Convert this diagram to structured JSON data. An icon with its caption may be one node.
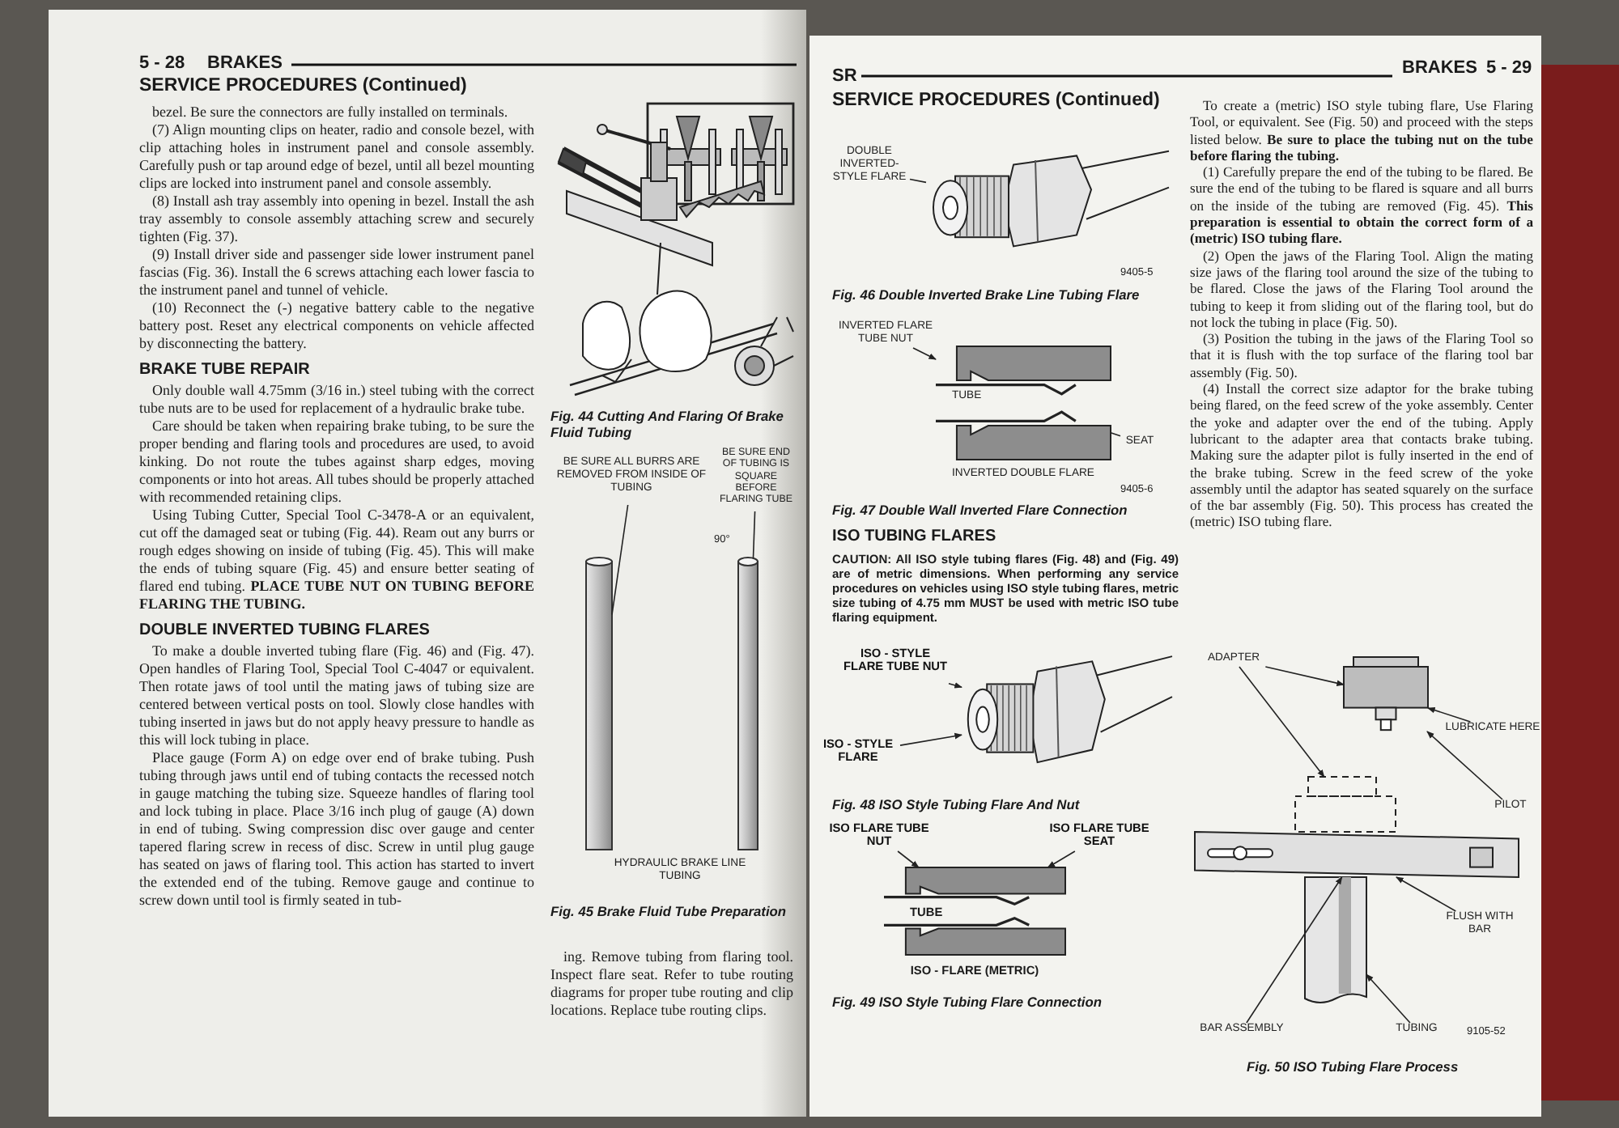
{
  "diagram": {
    "nodes": [
      {
        "text": [
          "BE SURE ALL BURRS ARE REMOVED FROM INSIDE OF TUBING"
        ]
      },
      {
        "text": [],
        "shape": "cylinder"
      },
      {
        "text": [
          "BE SURE END OF TUBING IS SQUARE BEFORE FLARING TUBE"
        ]
      },
      {
        "text": [],
        "shape": "cylinder"
      },
      {
        "text": [
          "DOUBLE INVERTED-STYLE FLARE"
        ]
      },
      {
        "text": [],
        "shape": "picture"
      },
      {
        "text": [
          "INVERTED FLARE TUBE NUT"
        ]
      },
      {
        "text": [],
        "shape": "picture",
        "beside": [
          "INVERTED DOUBLE FLARE"
        ]
      },
      {
        "text": [
          "SEAT"
        ]
      },
      {
        "text": [
          "ISO - STYLE FLARE TUBE NUT"
        ]
      },
      {
        "text": [],
        "shape": "picture"
      },
      {
        "text": [
          "ISO - STYLE FLARE"
        ]
      },
      {
        "text": [
          "ISO FLARE TUBE NUT"
        ]
      },
      {
        "text": [],
        "shape": "picture",
        "beside": [
          "ISO - FLARE (METRIC)"
        ]
      },
      {
        "text": [
          "ISO FLARE TUBE SEAT"
        ]
      },
      {
        "text": [
          "ADAPTER"
        ]
      },
      {
        "text": [],
        "shape": "box"
      },
      {
        "text": [],
        "shape": "box"
      },
      {
        "text": [
          "LUBRICATE HERE"
        ]
      },
      {
        "text": [
          "PILOT"
        ]
      },
      {
        "text": [],
        "shape": "bar"
      },
      {
        "text": [],
        "shape": "cylinder"
      },
      {
        "text": [
          "FLUSH WITH BAR"
        ]
      },
      {
        "text": [
          "BAR ASSEMBLY"
        ]
      },
      {
        "text": [
          "TUBING"
        ]
      }
    ],
    "edges": [
      {
        "from": 0,
        "to": 1,
        "arrow": "none"
      },
      {
        "from": 2,
        "to": 3,
        "arrow": "none"
      },
      {
        "from": 4,
        "to": 5,
        "arrow": "none"
      },
      {
        "from": 6,
        "to": 7,
        "arrow": "to"
      },
      {
        "from": 8,
        "to": 7,
        "arrow": "none"
      },
      {
        "from": 9,
        "to": 10,
        "arrow": "to"
      },
      {
        "from": 11,
        "to": 10,
        "arrow": "to"
      },
      {
        "from": 12,
        "to": 13,
        "arrow": "to"
      },
      {
        "from": 14,
        "to": 13,
        "arrow": "to"
      },
      {
        "from": 15,
        "to": 16,
        "arrow": "to"
      },
      {
        "from": 15,
        "to": 17,
        "arrow": "to"
      },
      {
        "from": 18,
        "to": 16,
        "arrow": "to"
      },
      {
        "from": 19,
        "to": 16,
        "arrow": "to"
      },
      {
        "from": 22,
        "to": 20,
        "arrow": "to"
      },
      {
        "from": 23,
        "to": 20,
        "arrow": "to"
      },
      {
        "from": 24,
        "to": 21,
        "arrow": "to"
      }
    ],
    "labels": [
      "5 - 28",
      "BRAKES",
      "SERVICE PROCEDURES (Continued)",
      "bezel. Be sure the connectors are fully installed on terminals.",
      "(7) Align mounting clips on heater, radio and console bezel, with clip attaching holes in instrument panel and console assembly. Carefully push or tap around edge of bezel, until all bezel mounting clips are locked into instrument panel and console assembly.",
      "(8) Install ash tray assembly into opening in bezel. Install the ash tray assembly to console assembly attaching screw and securely tighten (Fig. 37).",
      "(9) Install driver side and passenger side lower instrument panel fascias (Fig. 36). Install the 6 screws attaching each lower fascia to the instrument panel and tunnel of vehicle.",
      "(10) Reconnect the (-) negative battery cable to the negative battery post. Reset any electrical components on vehicle affected by disconnecting the battery.",
      "BRAKE TUBE REPAIR",
      "Only double wall 4.75mm (3/16 in.) steel tubing with the correct tube nuts are to be used for replacement of a hydraulic brake tube.",
      "Care should be taken when repairing brake tubing, to be sure the proper bending and flaring tools and procedures are used, to avoid kinking. Do not route the tubes against sharp edges, moving components or into hot areas. All tubes should be properly attached with recommended retaining clips.",
      "Using Tubing Cutter, Special Tool C-3478-A or an equivalent, cut off the damaged seat or tubing (Fig. 44). Ream out any burrs or rough edges showing on inside of tubing (Fig. 45). This will make the ends of tubing square (Fig. 45) and ensure better seating of flared end tubing. **PLACE TUBE NUT ON TUBING BEFORE FLARING THE TUBING.**",
      "DOUBLE INVERTED TUBING FLARES",
      "To make a double inverted tubing flare (Fig. 46) and (Fig. 47). Open handles of Flaring Tool, Special Tool C-4047 or equivalent. Then rotate jaws of tool until the mating jaws of tubing size are centered between vertical posts on tool. Slowly close handles with tubing inserted in jaws but do not apply heavy pressure to handle as this will lock tubing in place.",
      "Place gauge (Form A) on edge over end of brake tubing. Push tubing through jaws until end of tubing contacts the recessed notch in gauge matching the tubing size. Squeeze handles of flaring tool and lock tubing in place. Place 3/16 inch plug of gauge (A) down in end of tubing. Swing compression disc over gauge and center tapered flaring screw in recess of disc. Screw in until plug gauge has seated on jaws of flaring tool. This action has started to invert the extended end of the tubing. Remove gauge and continue to screw down until tool is firmly seated in tub-",
      "Fig. 44 Cutting And Flaring Of Brake Fluid Tubing",
      "90°",
      "HYDRAULIC BRAKE LINE TUBING",
      "Fig. 45 Brake Fluid Tube Preparation",
      "ing. Remove tubing from flaring tool. Inspect flare seat. Refer to tube routing diagrams for proper tube routing and clip locations. Replace tube routing clips.",
      "SR",
      "SERVICE PROCEDURES (Continued)",
      "9405-5",
      "Fig. 46 Double Inverted Brake Line Tubing Flare",
      "TUBE",
      "9405-6",
      "Fig. 47 Double Wall Inverted Flare Connection",
      "ISO TUBING FLARES",
      "CAUTION: All ISO style tubing flares (Fig. 48) and (Fig. 49) are of metric dimensions. When performing any service procedures on vehicles using ISO style tubing flares, metric size tubing of 4.75 mm MUST be used with metric ISO tube flaring equipment.",
      "Fig. 48 ISO Style Tubing Flare And Nut",
      "TUBE",
      "Fig. 49 ISO Style Tubing Flare Connection",
      "BRAKES",
      "5 - 29",
      "To create a (metric) ISO style tubing flare, Use Flaring Tool, or equivalent. See (Fig. 50) and proceed with the steps listed below. **Be sure to place the tubing nut on the tube before flaring the tubing.**",
      "(1) Carefully prepare the end of the tubing to be flared. Be sure the end of the tubing to be flared is square and all burrs on the inside of the tubing are removed (Fig. 45). **This preparation is essential to obtain the correct form of a (metric) ISO tubing flare.**",
      "(2) Open the jaws of the Flaring Tool. Align the mating size jaws of the flaring tool around the size of the tubing to be flared. Close the jaws of the Flaring Tool around the tubing to keep it from sliding out of the flaring tool, but do not lock the tubing in place (Fig. 50).",
      "(3) Position the tubing in the jaws of the Flaring Tool so that it is flush with the top surface of the flaring tool bar assembly (Fig. 50).",
      "(4) Install the correct size adaptor for the brake tubing being flared, on the feed screw of the yoke assembly. Center the yoke and adapter over the end of the tubing. Apply lubricant to the adapter area that contacts brake tubing. Making sure the adapter pilot is fully inserted in the end of the brake tubing. Screw in the feed screw of the yoke assembly until the adaptor has seated squarely on the surface of the bar assembly (Fig. 50). This process has created the (metric) ISO tubing flare.",
      "9105-52",
      "Fig. 50 ISO Tubing Flare Process"
    ]
  }
}
